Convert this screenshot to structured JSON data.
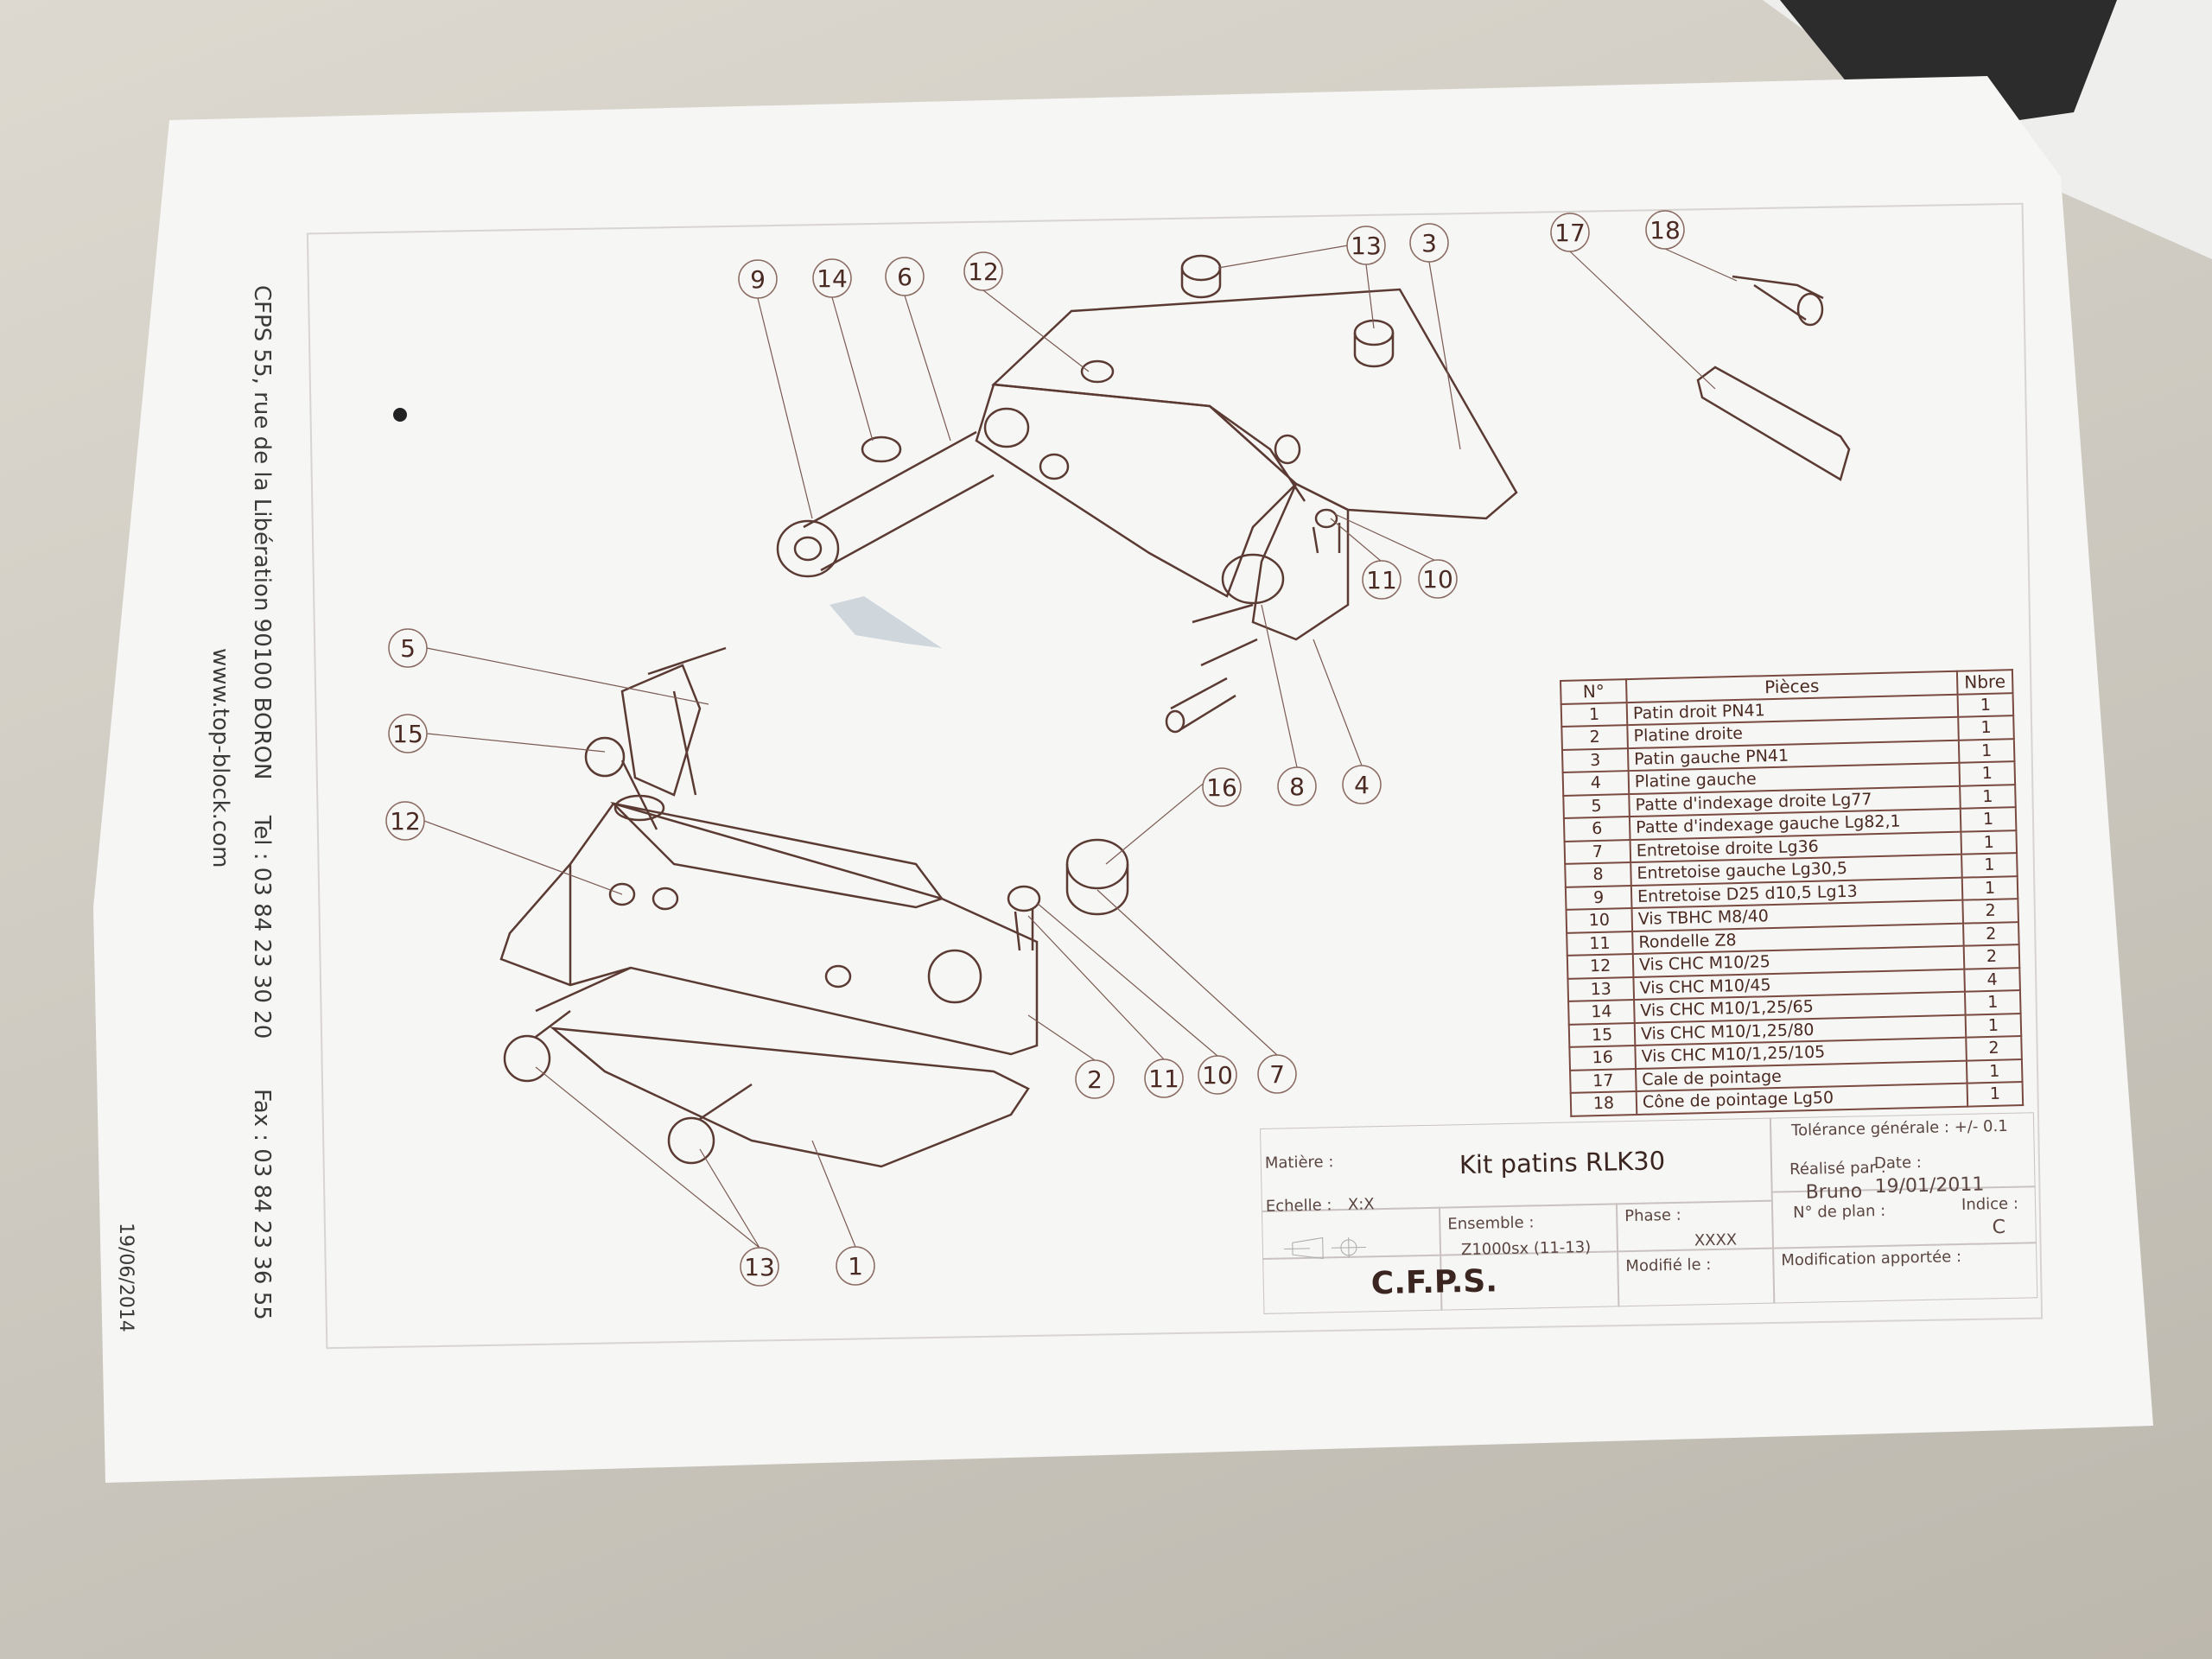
{
  "sidebar": {
    "address": "CFPS 55, rue de la Libération 90100 BORON",
    "tel": "Tel : 03 84 23 30 20",
    "fax": "Fax : 03 84 23 36 55",
    "website": "www.top-block.com",
    "print_date": "19/06/2014"
  },
  "callouts": [
    "9",
    "14",
    "6",
    "12",
    "13",
    "3",
    "17",
    "18",
    "11",
    "10",
    "5",
    "15",
    "16",
    "8",
    "4",
    "12",
    "2",
    "11",
    "10",
    "7",
    "13",
    "1"
  ],
  "parts_table": {
    "headers": {
      "no": "N°",
      "piece": "Pièces",
      "qty": "Nbre"
    },
    "rows": [
      {
        "no": "1",
        "piece": "Patin droit PN41",
        "qty": "1"
      },
      {
        "no": "2",
        "piece": "Platine droite",
        "qty": "1"
      },
      {
        "no": "3",
        "piece": "Patin gauche  PN41",
        "qty": "1"
      },
      {
        "no": "4",
        "piece": "Platine gauche",
        "qty": "1"
      },
      {
        "no": "5",
        "piece": "Patte d'indexage droite Lg77",
        "qty": "1"
      },
      {
        "no": "6",
        "piece": "Patte d'indexage gauche Lg82,1",
        "qty": "1"
      },
      {
        "no": "7",
        "piece": "Entretoise droite Lg36",
        "qty": "1"
      },
      {
        "no": "8",
        "piece": "Entretoise gauche Lg30,5",
        "qty": "1"
      },
      {
        "no": "9",
        "piece": "Entretoise D25 d10,5 Lg13",
        "qty": "1"
      },
      {
        "no": "10",
        "piece": "Vis TBHC M8/40",
        "qty": "2"
      },
      {
        "no": "11",
        "piece": "Rondelle Z8",
        "qty": "2"
      },
      {
        "no": "12",
        "piece": "Vis CHC M10/25",
        "qty": "2"
      },
      {
        "no": "13",
        "piece": "Vis CHC M10/45",
        "qty": "4"
      },
      {
        "no": "14",
        "piece": "Vis CHC M10/1,25/65",
        "qty": "1"
      },
      {
        "no": "15",
        "piece": "Vis CHC M10/1,25/80",
        "qty": "1"
      },
      {
        "no": "16",
        "piece": "Vis CHC M10/1,25/105",
        "qty": "2"
      },
      {
        "no": "17",
        "piece": "Cale de pointage",
        "qty": "1"
      },
      {
        "no": "18",
        "piece": "Cône de pointage Lg50",
        "qty": "1"
      }
    ]
  },
  "title_block": {
    "matiere_label": "Matière :",
    "title": "Kit patins RLK30",
    "tolerance": "Tolérance générale : +/- 0.1",
    "realise_label": "Réalisé par :",
    "realise_value": "Bruno",
    "date_label": "Date :",
    "date_value": "19/01/2011",
    "echelle_label": "Echelle :",
    "echelle_value": "X:X",
    "ensemble_label": "Ensemble :",
    "ensemble_value": "Z1000sx (11-13)",
    "phase_label": "Phase :",
    "phase_value": "XXXX",
    "plan_label": "N° de plan :",
    "indice_label": "Indice :",
    "indice_value": "C",
    "company": "C.F.P.S.",
    "modifie_label": "Modifié le :",
    "modification_label": "Modification apportée :"
  }
}
